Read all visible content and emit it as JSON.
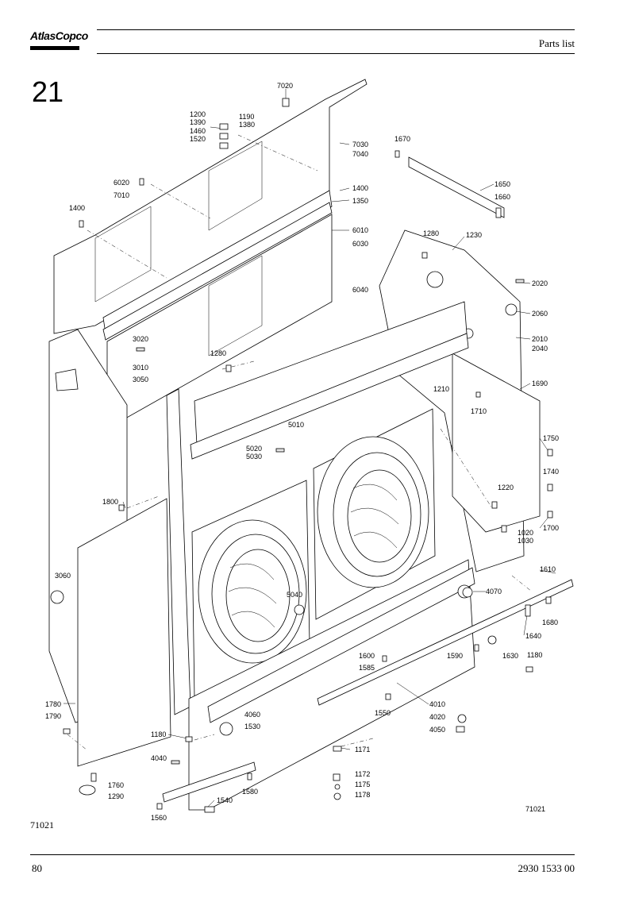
{
  "header": {
    "logo_text": "AtlasCopco",
    "title": "Parts list"
  },
  "section_number": "21",
  "figure": {
    "id_inside": "71021",
    "id_below": "71021",
    "callouts": [
      "7020",
      "1200",
      "1390",
      "1460",
      "1520",
      "1190",
      "1380",
      "7030",
      "7040",
      "1670",
      "6020",
      "7010",
      "1400",
      "1400",
      "1350",
      "1650",
      "1660",
      "6010",
      "6030",
      "1280",
      "1230",
      "6040",
      "2020",
      "2060",
      "3020",
      "2010",
      "2040",
      "1280",
      "3010",
      "3050",
      "1690",
      "1210",
      "1710",
      "5010",
      "5020",
      "5030",
      "1750",
      "1740",
      "1800",
      "1220",
      "1700",
      "1020",
      "1030",
      "3060",
      "5040",
      "4070",
      "1610",
      "1680",
      "1640",
      "1600",
      "1590",
      "1630",
      "1180",
      "1585",
      "4010",
      "1550",
      "4020",
      "4050",
      "1780",
      "1790",
      "4060",
      "1530",
      "1180",
      "1171",
      "4040",
      "1172",
      "1175",
      "1178",
      "1760",
      "1290",
      "1580",
      "1540",
      "1560"
    ]
  },
  "footer": {
    "page_number": "80",
    "document_number": "2930 1533 00"
  }
}
